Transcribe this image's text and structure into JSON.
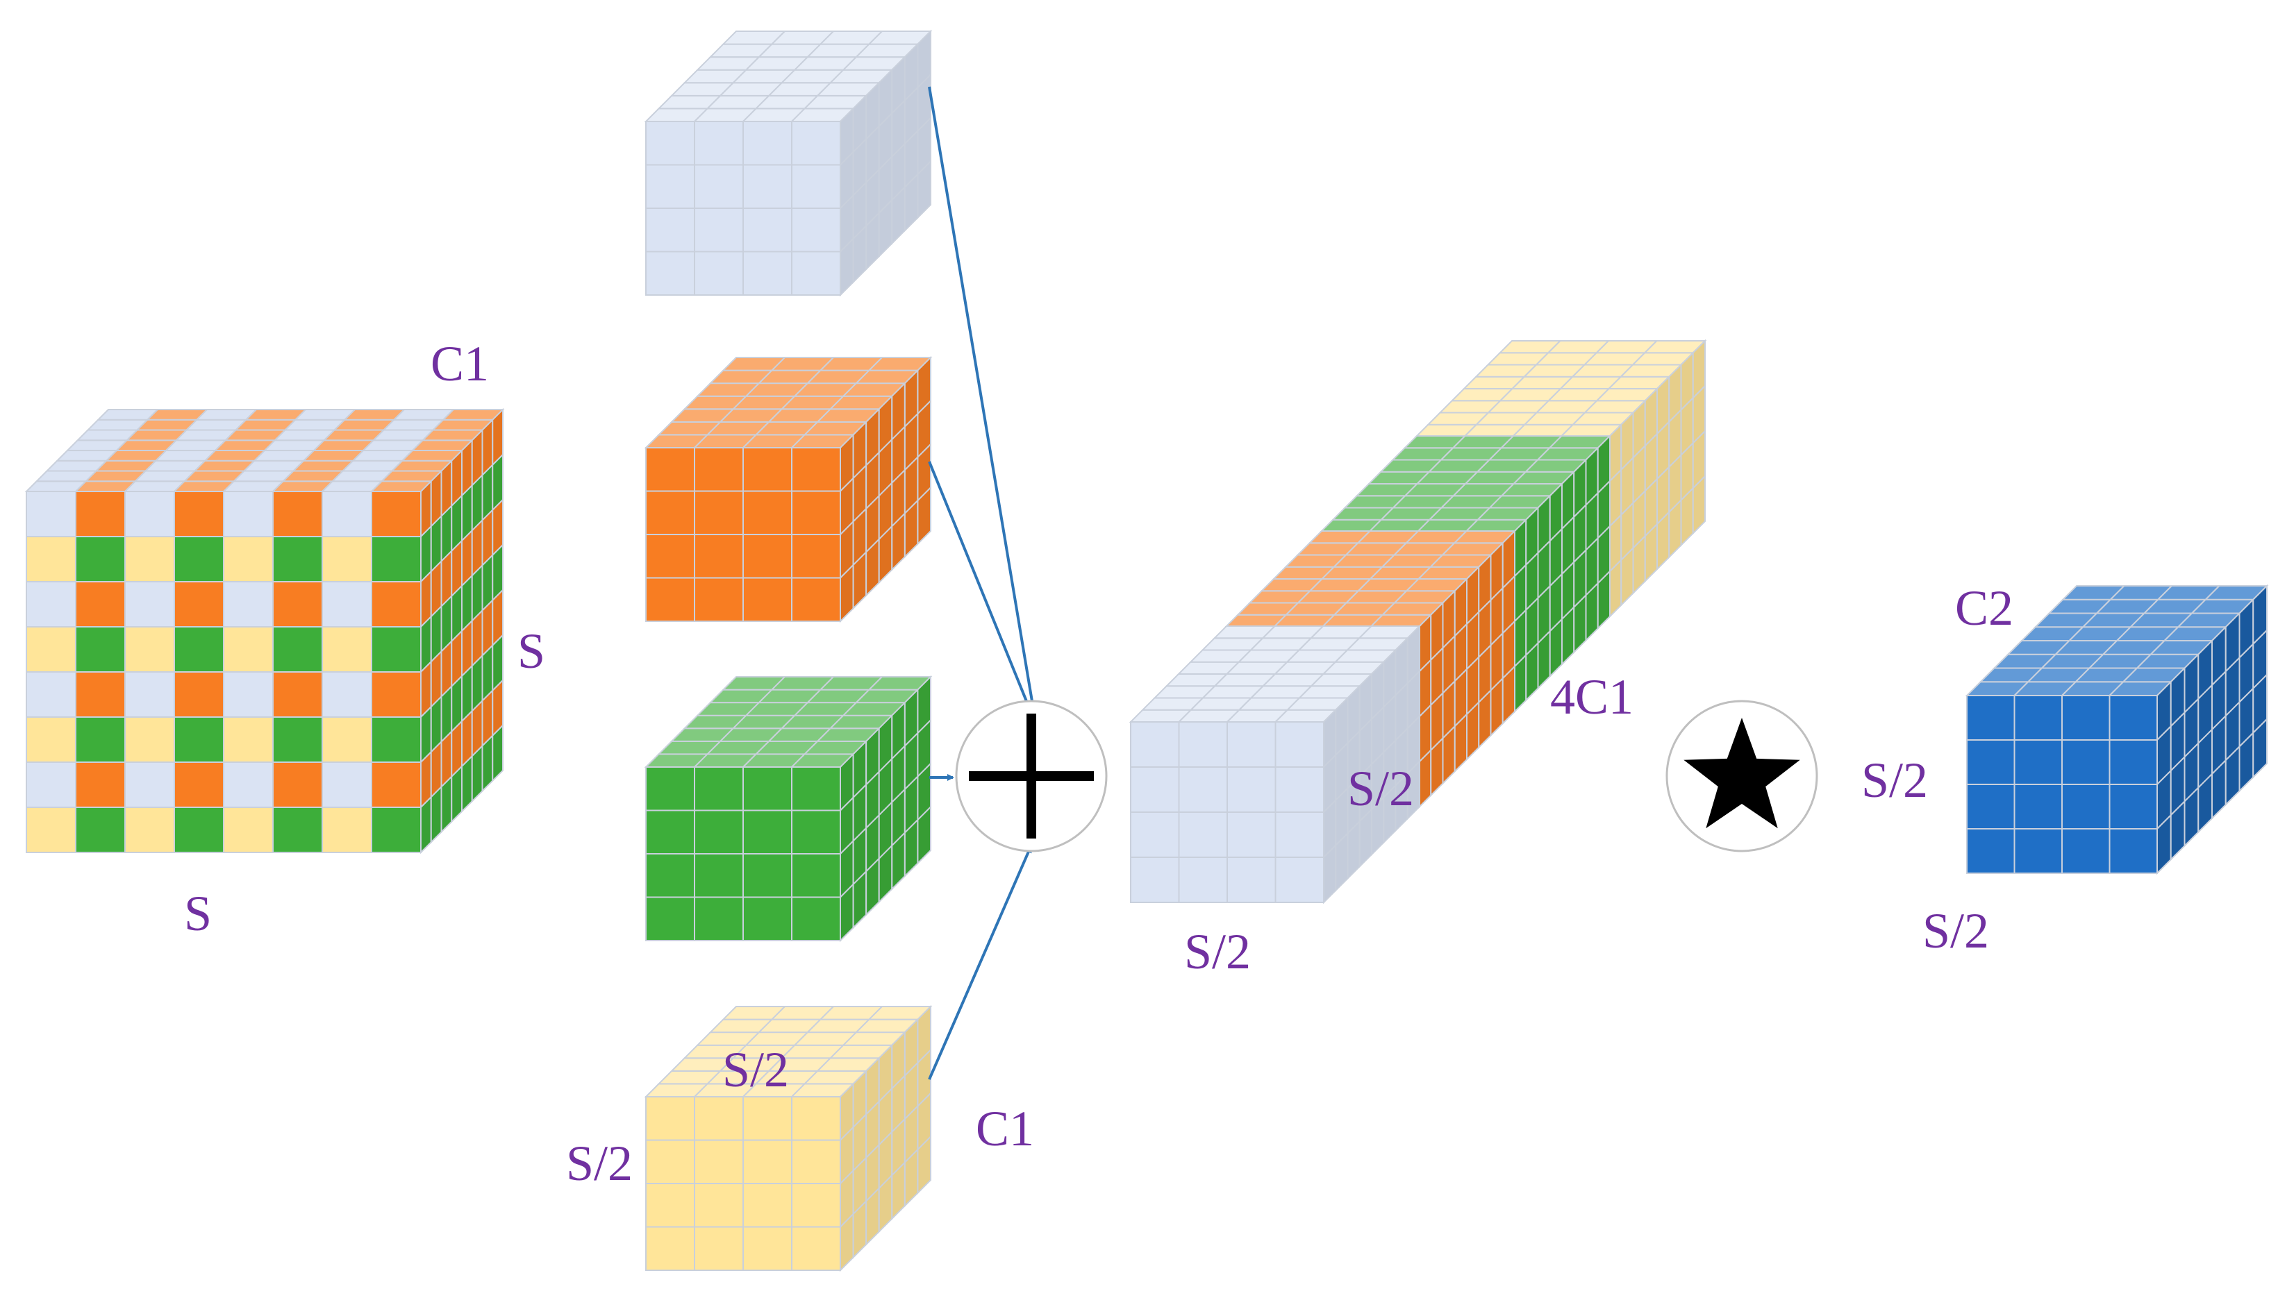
{
  "colors": {
    "light_blue": "#dae3f3",
    "orange": "#f87d22",
    "green": "#3dae3a",
    "yellow": "#ffe599",
    "dark_blue": "#1f6fc6",
    "arrow": "#2e75b6",
    "label": "#7030a0",
    "grid_line": "#c0c8d8"
  },
  "input_tensor": {
    "label_channels": "C1",
    "label_height": "S",
    "label_width": "S"
  },
  "slices": [
    {
      "name": "light-blue-slice",
      "color": "light_blue"
    },
    {
      "name": "orange-slice",
      "color": "orange"
    },
    {
      "name": "green-slice",
      "color": "green"
    },
    {
      "name": "yellow-slice",
      "color": "yellow",
      "label_top": "S/2",
      "label_left": "S/2",
      "label_channels": "C1"
    }
  ],
  "operators": {
    "concat_symbol": "plus-icon",
    "conv_symbol": "star-icon"
  },
  "concat_tensor": {
    "label_channels": "4C1",
    "label_height": "S/2",
    "label_width": "S/2"
  },
  "output_tensor": {
    "label_channels": "C2",
    "label_height": "S/2",
    "label_width": "S/2"
  }
}
